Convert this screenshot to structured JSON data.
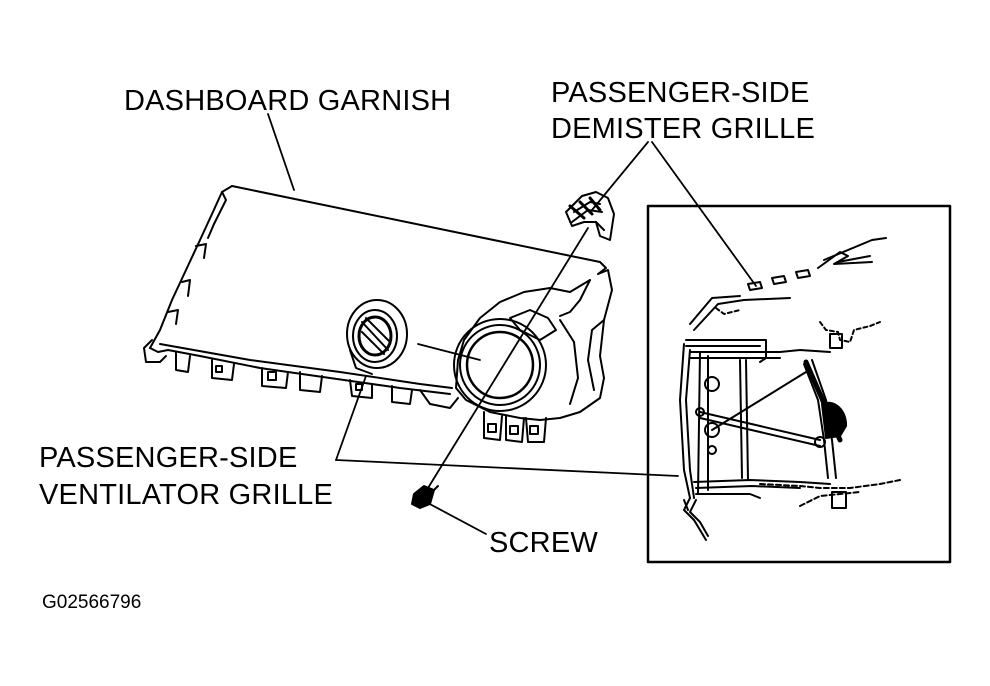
{
  "labels": {
    "dashboard_garnish": "DASHBOARD GARNISH",
    "demister_line1": "PASSENGER-SIDE",
    "demister_line2": "DEMISTER GRILLE",
    "ventilator_line1": "PASSENGER-SIDE",
    "ventilator_line2": "VENTILATOR GRILLE",
    "screw": "SCREW"
  },
  "figure_code": "G02566796",
  "colors": {
    "ink": "#000000",
    "paper": "#ffffff"
  }
}
